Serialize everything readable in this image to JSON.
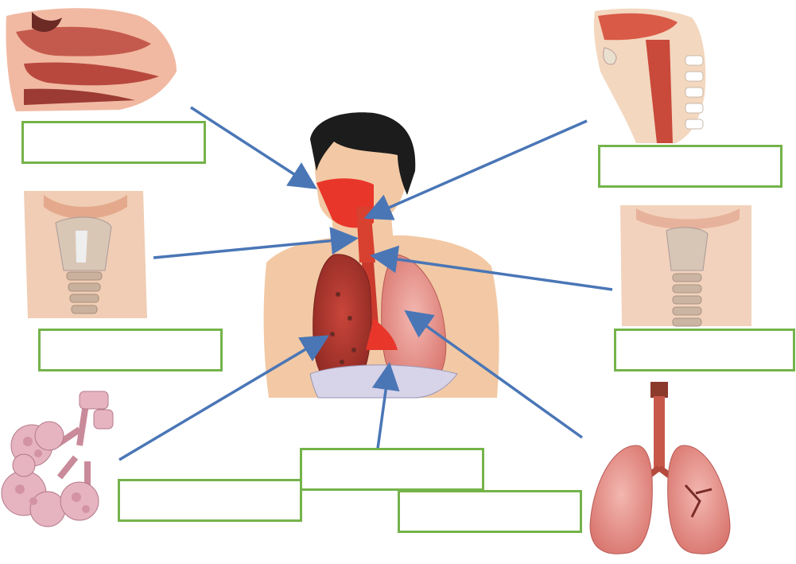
{
  "colors": {
    "label_border": "#74b34a",
    "arrow": "#4a76b6",
    "skin": "#f2c9a4",
    "hair": "#1c1c1c",
    "tissue_red": "#e8362b",
    "lung_pink": "#e89a9a",
    "cartilage": "#d8c4b0"
  },
  "illustrations": [
    "nasal-cavity-illustration",
    "pharynx-illustration",
    "larynx-illustration",
    "trachea-illustration",
    "alveoli-illustration",
    "lungs-illustration",
    "human-respiratory-system-illustration"
  ],
  "labels": {
    "nose": "",
    "pharynx": "",
    "larynx": "",
    "trachea": "",
    "alveoli": "",
    "bronchi": "",
    "diaphragm": ""
  }
}
